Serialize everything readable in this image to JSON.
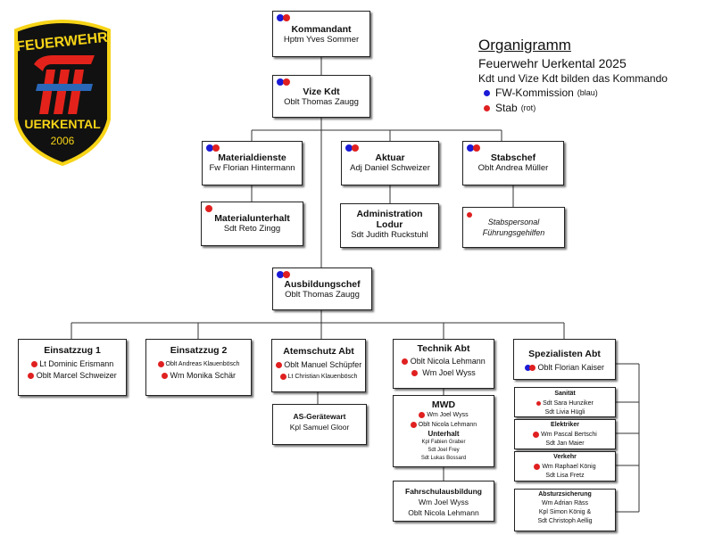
{
  "colors": {
    "red_dot": "#e02020",
    "blue_dot": "#1b1bd6",
    "logo_red": "#e3231b",
    "logo_yellow": "#f7d417",
    "logo_blue": "#2a67b7"
  },
  "logo": {
    "top_text": "FEUERWEHR",
    "bottom_text": "UERKENTAL",
    "year": "2006"
  },
  "legend": {
    "title": "Organigramm",
    "subtitle": "Feuerwehr Uerkental 2025",
    "note": "Kdt und Vize Kdt bilden das Kommando",
    "items": [
      {
        "label": "FW-Kommission",
        "hint": "(blau)",
        "color": "blue"
      },
      {
        "label": "Stab",
        "hint": "(rot)",
        "color": "red"
      }
    ]
  },
  "kommandant": {
    "title": "Kommandant",
    "name": "Hptm Yves Sommer"
  },
  "vize": {
    "title": "Vize Kdt",
    "name": "Oblt Thomas Zaugg"
  },
  "materialdienste": {
    "title": "Materialdienste",
    "name": "Fw Florian Hintermann"
  },
  "aktuar": {
    "title": "Aktuar",
    "name": "Adj Daniel Schweizer"
  },
  "stabschef": {
    "title": "Stabschef",
    "name": "Oblt Andrea Müller"
  },
  "materialunterhalt": {
    "title": "Materialunterhalt",
    "name": "Sdt Reto Zingg"
  },
  "administration": {
    "title1": "Administration",
    "title2": "Lodur",
    "name": "Sdt Judith Ruckstuhl"
  },
  "stabspersonal": {
    "line1": "Stabspersonal",
    "line2": "Führungsgehilfen"
  },
  "ausbildungschef": {
    "title": "Ausbildungschef",
    "name": "Oblt Thomas Zaugg"
  },
  "einsatzzug1": {
    "title": "Einsatzzug 1",
    "members": [
      "Lt Dominic Erismann",
      "Oblt Marcel Schweizer"
    ]
  },
  "einsatzzug2": {
    "title": "Einsatzzug 2",
    "members": [
      "Oblt Andreas Klauenbösch",
      "Wm Monika Schär"
    ]
  },
  "atemschutz": {
    "title": "Atemschutz Abt",
    "members": [
      "Oblt Manuel Schüpfer",
      "Lt Christian Klauenbösch"
    ]
  },
  "as_geraetewart": {
    "title": "AS-Gerätewart",
    "name": "Kpl Samuel Gloor"
  },
  "technik": {
    "title": "Technik Abt",
    "members": [
      "Oblt Nicola Lehmann",
      "Wm Joel Wyss"
    ]
  },
  "mwd": {
    "title": "MWD",
    "members": [
      "Wm Joel Wyss",
      "Oblt Nicola Lehmann"
    ],
    "sub_title": "Unterhalt",
    "sub_members": [
      "Kpl Fabien Graber",
      "Sdt Joel Frey",
      "Sdt Lukas Bossard"
    ]
  },
  "fahrschul": {
    "title": "Fahrschulausbildung",
    "members": [
      "Wm  Joel Wyss",
      "Oblt Nicola Lehmann"
    ]
  },
  "spezialisten": {
    "title": "Spezialisten Abt",
    "name": "Oblt Florian Kaiser"
  },
  "sanitaet": {
    "title": "Sanität",
    "members": [
      "Sdt Sara Hunziker",
      "Sdt Livia Hügli"
    ]
  },
  "elektriker": {
    "title": "Elektriker",
    "members": [
      "Wm Pascal Bertschi",
      "Sdt Jan Maier"
    ]
  },
  "verkehr": {
    "title": "Verkehr",
    "members": [
      "Wm Raphael König",
      "Sdt Lisa Fretz"
    ]
  },
  "absturz": {
    "title": "Absturzsicherung",
    "members": [
      "Wm Adrian Räss",
      "Kpl Simon König &",
      "Sdt Christoph Aellig"
    ]
  }
}
